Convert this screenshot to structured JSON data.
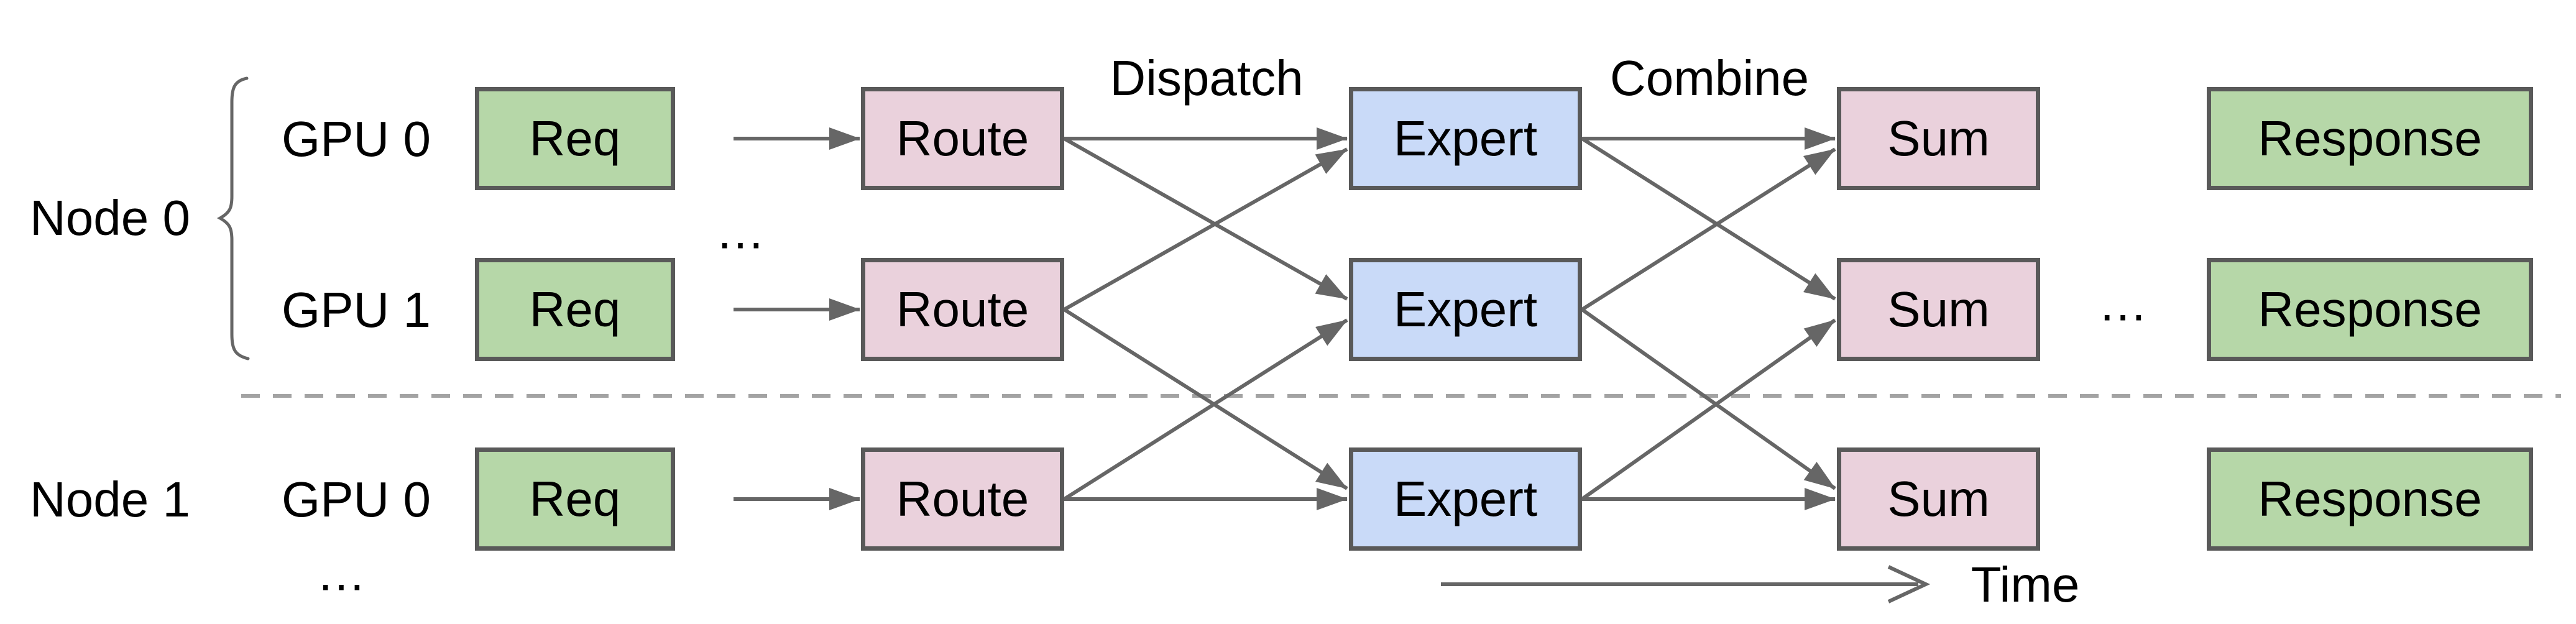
{
  "diagram": {
    "description_labels": {
      "dispatch": "Dispatch",
      "combine": "Combine",
      "time": "Time"
    },
    "nodes": [
      {
        "label": "Node 0"
      },
      {
        "label": "Node 1"
      }
    ],
    "rows": [
      {
        "node": "Node 0",
        "gpu": "GPU 0",
        "req": "Req",
        "route": "Route",
        "expert": "Expert",
        "sum": "Sum",
        "response": "Response"
      },
      {
        "node": "Node 0",
        "gpu": "GPU 1",
        "req": "Req",
        "route": "Route",
        "expert": "Expert",
        "sum": "Sum",
        "response": "Response"
      },
      {
        "node": "Node 1",
        "gpu": "GPU 0",
        "req": "Req",
        "route": "Route",
        "expert": "Expert",
        "sum": "Sum",
        "response": "Response"
      }
    ],
    "ellipses": {
      "more_gpus": "…",
      "more_steps": "…",
      "more_nodes": "…"
    },
    "dispatch_edges": [
      {
        "from_route_row": 0,
        "to_expert_row": 0
      },
      {
        "from_route_row": 0,
        "to_expert_row": 1
      },
      {
        "from_route_row": 1,
        "to_expert_row": 0
      },
      {
        "from_route_row": 1,
        "to_expert_row": 2
      },
      {
        "from_route_row": 2,
        "to_expert_row": 1
      },
      {
        "from_route_row": 2,
        "to_expert_row": 2
      }
    ],
    "combine_edges": [
      {
        "from_expert_row": 0,
        "to_sum_row": 0
      },
      {
        "from_expert_row": 0,
        "to_sum_row": 1
      },
      {
        "from_expert_row": 1,
        "to_sum_row": 0
      },
      {
        "from_expert_row": 1,
        "to_sum_row": 2
      },
      {
        "from_expert_row": 2,
        "to_sum_row": 1
      },
      {
        "from_expert_row": 2,
        "to_sum_row": 2
      }
    ],
    "colors": {
      "request_response_fill": "#b6d7a8",
      "route_sum_fill": "#ead1dc",
      "expert_fill": "#c9daf8",
      "box_border": "#595959",
      "arrow": "#666666",
      "dashed_divider": "#a3a3a3",
      "text": "#000000"
    }
  }
}
